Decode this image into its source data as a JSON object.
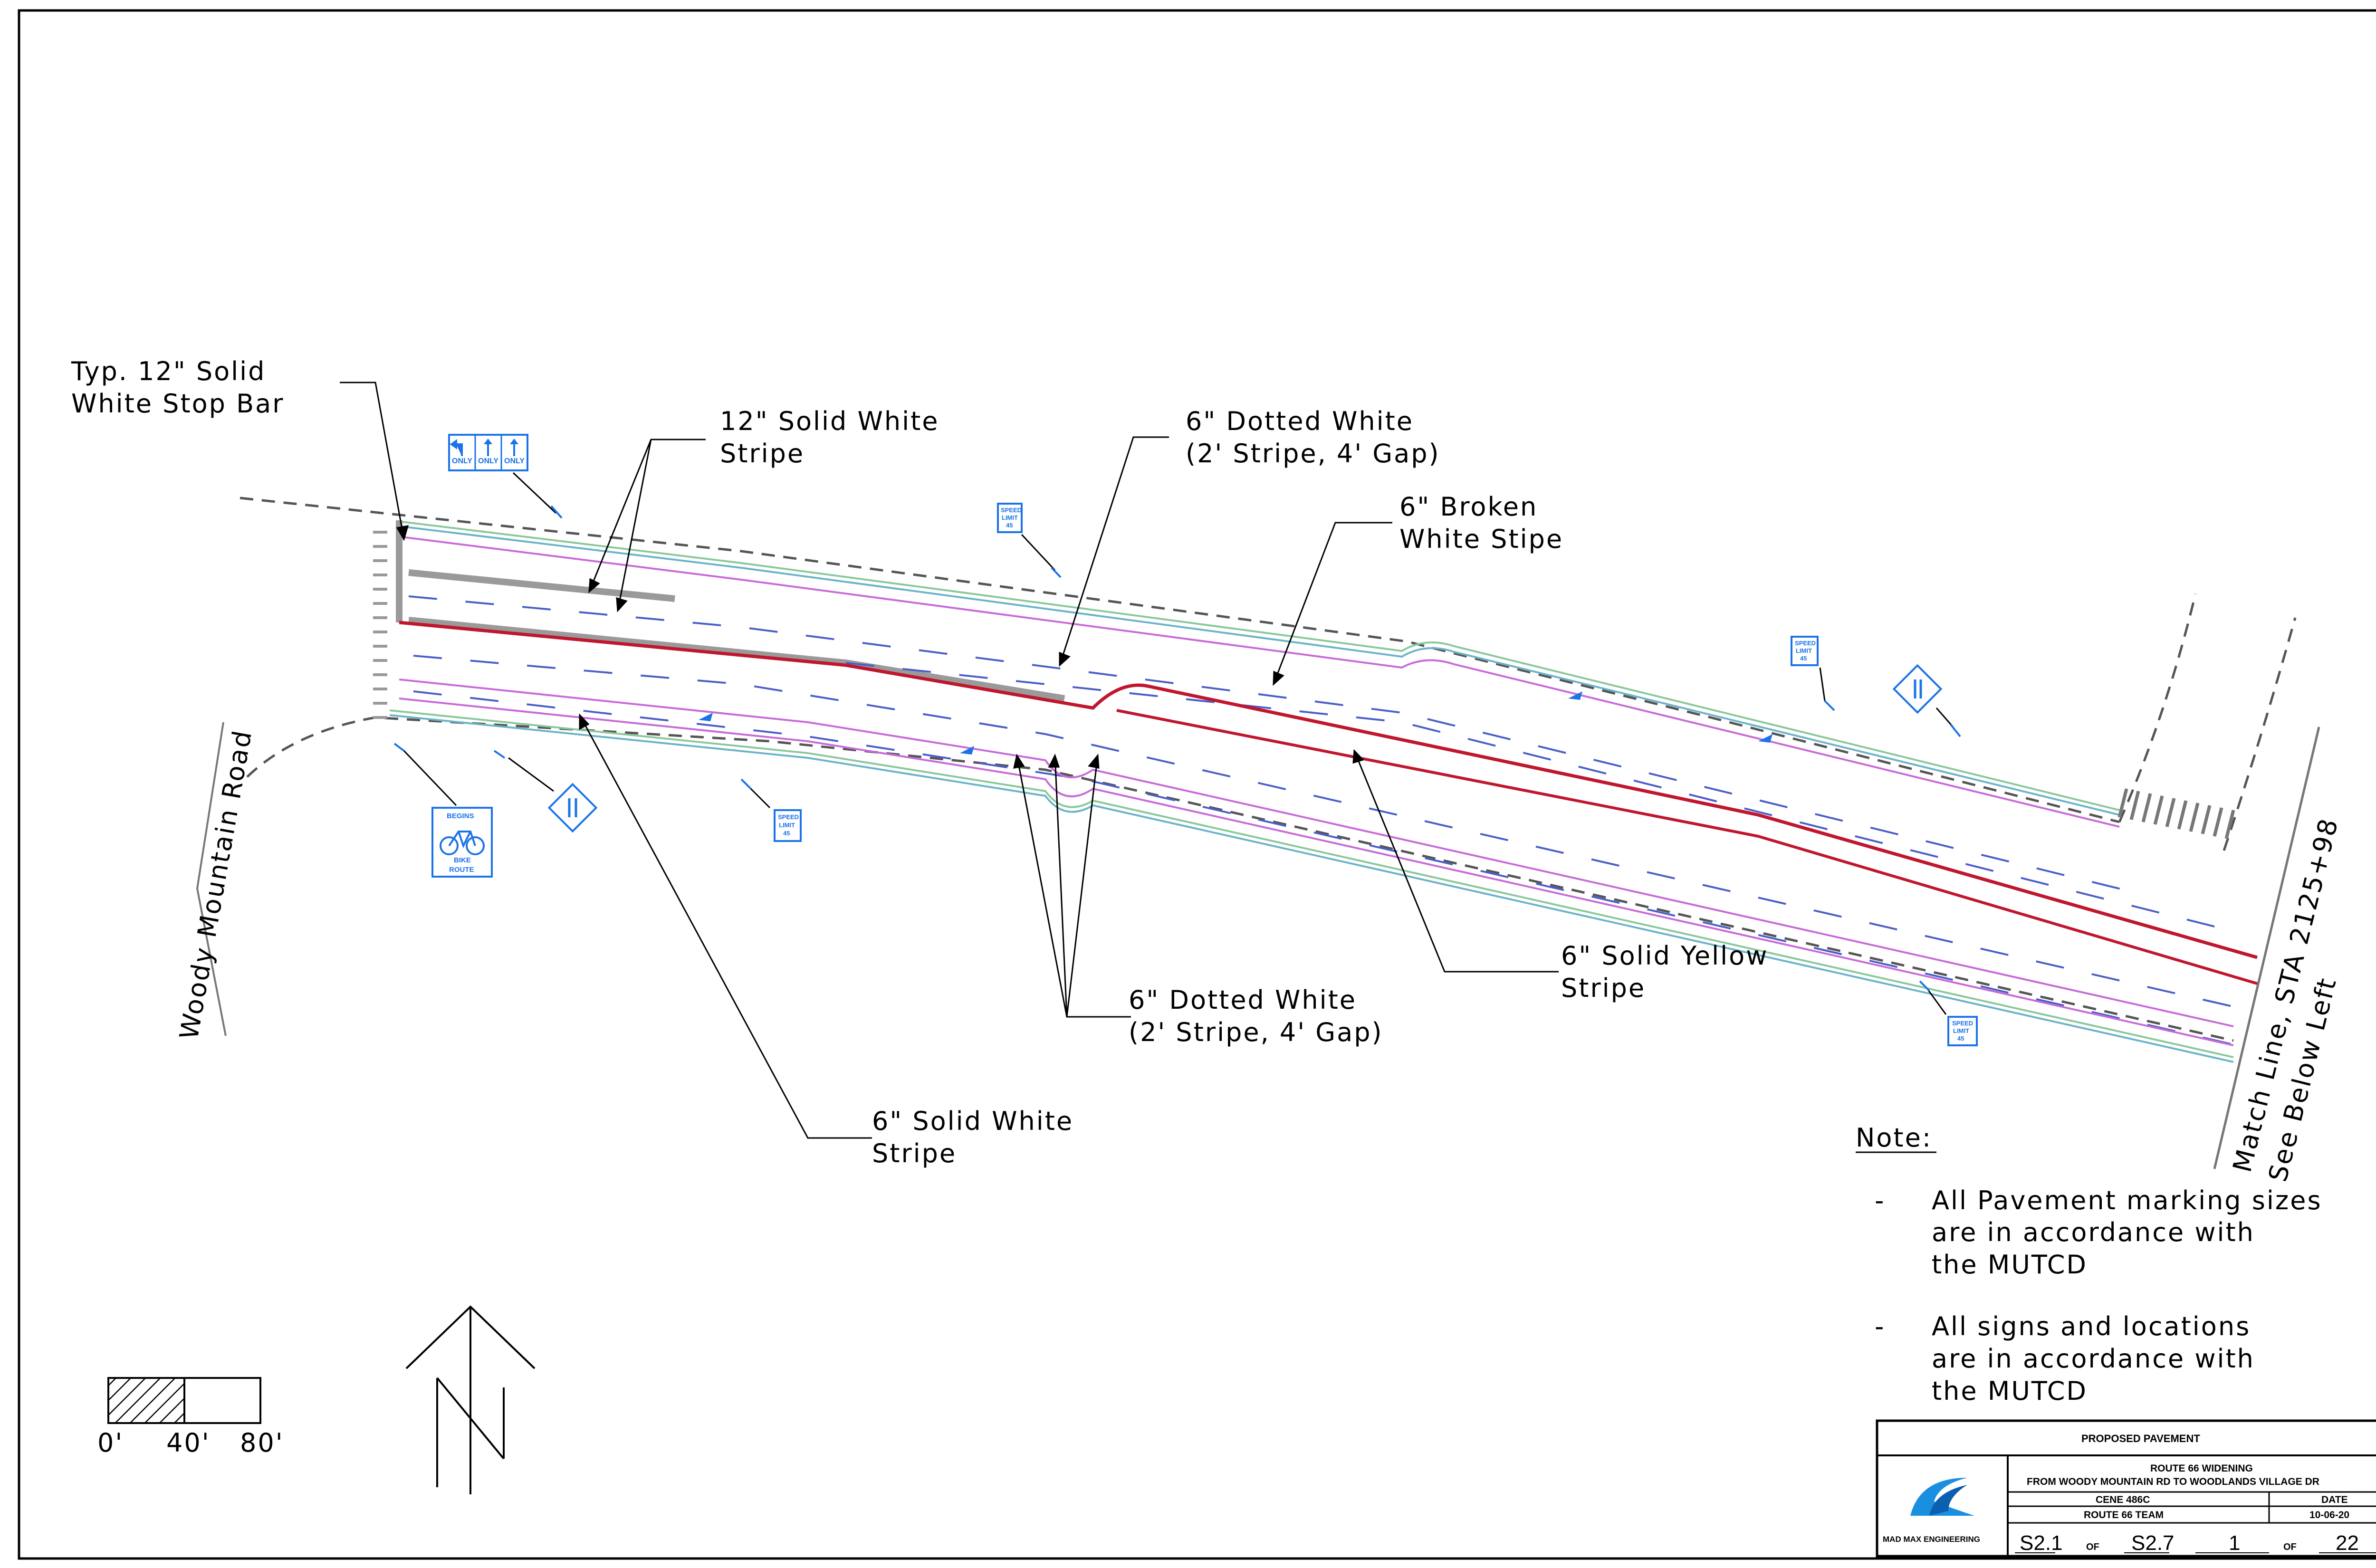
{
  "road_name": "Woody Mountain Road",
  "callouts": {
    "stop_bar": [
      "Typ. 12\" Solid",
      "White Stop Bar"
    ],
    "solid_white_12": [
      "12\" Solid White",
      "Stripe"
    ],
    "dotted_white_top": [
      "6\" Dotted White",
      "(2' Stripe, 4' Gap)"
    ],
    "broken_white": [
      "6\" Broken",
      "White Stipe"
    ],
    "solid_yellow": [
      "6\" Solid Yellow",
      "Stripe"
    ],
    "dotted_white_bottom": [
      "6\" Dotted White",
      "(2' Stripe, 4' Gap)"
    ],
    "solid_white_6": [
      "6\" Solid White",
      "Stripe"
    ]
  },
  "match_line": [
    "Match Line, STA 2125+98",
    "See Below Left"
  ],
  "notes": {
    "heading": "Note:",
    "items": [
      [
        "All Pavement marking sizes",
        "are in accordance with",
        "the MUTCD"
      ],
      [
        "All signs and locations",
        "are in accordance with",
        "the MUTCD"
      ]
    ]
  },
  "scale_bar": {
    "labels": [
      "0'",
      "40'",
      "80'"
    ]
  },
  "signs": {
    "only_word": "ONLY",
    "speed_limit": [
      "SPEED",
      "LIMIT",
      "45"
    ],
    "bike_route": [
      "BEGINS",
      "BIKE",
      "ROUTE"
    ]
  },
  "title_block": {
    "sheet_title": "PROPOSED PAVEMENT",
    "company": "MAD MAX ENGINEERING",
    "project_line1": "ROUTE 66 WIDENING",
    "project_line2": "FROM WOODY MOUNTAIN RD TO WOODLANDS VILLAGE DR",
    "course": "CENE 486C",
    "team": "ROUTE 66 TEAM",
    "date_label": "DATE",
    "date": "10-06-20",
    "sheet_start": "S2.1",
    "of_label": "OF",
    "sheet_end": "S2.7",
    "page": "1",
    "page_total": "22"
  },
  "colors": {
    "yellow_stripe": "#c0162e",
    "white_stripe": "#9a9a9a",
    "sign_blue": "#1a73e8",
    "lane_line": "#4a5ec8",
    "edge_magenta": "#c86ad8",
    "edge_green": "#8ac89a",
    "edge_teal": "#6ab4c8"
  }
}
